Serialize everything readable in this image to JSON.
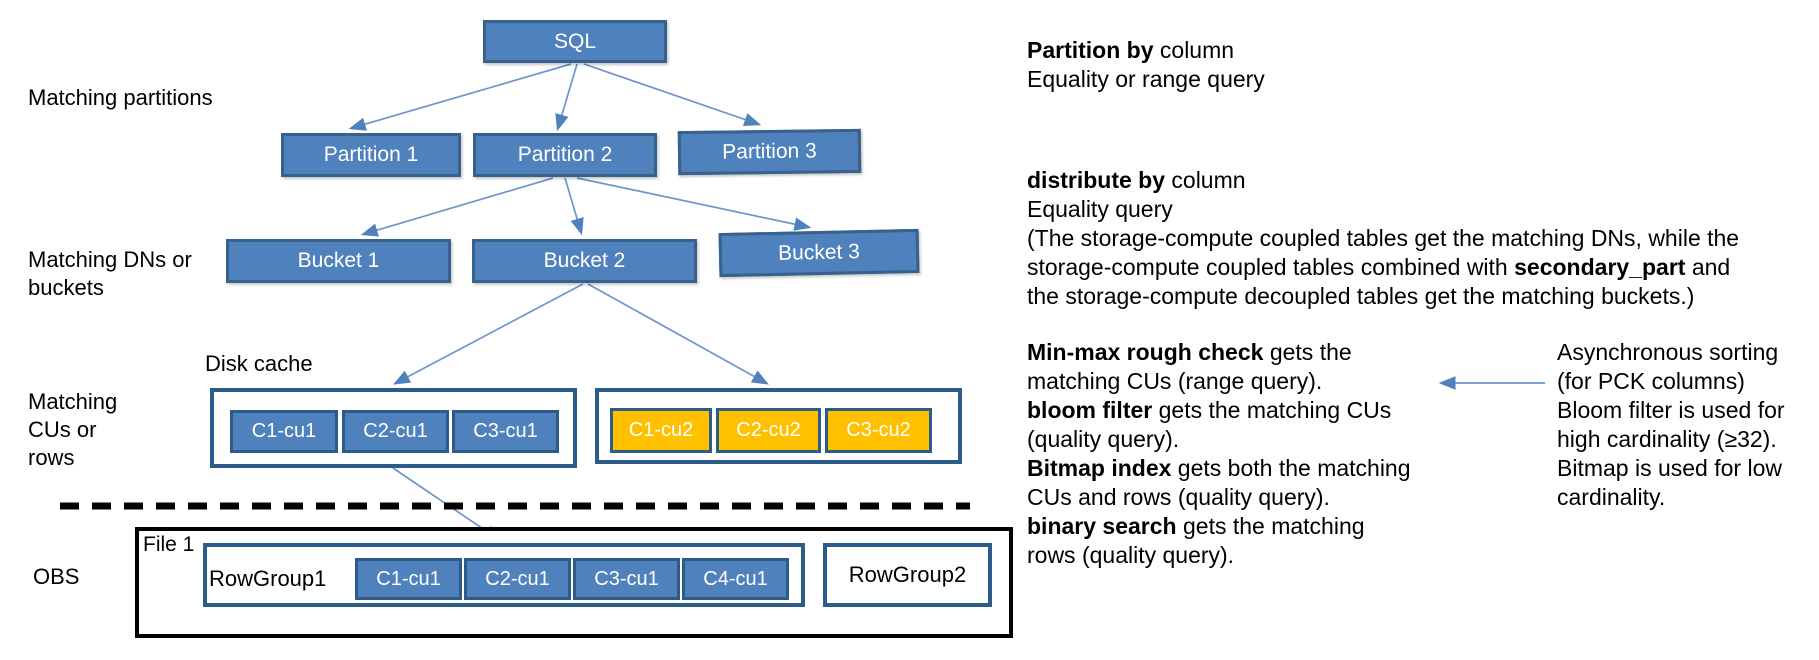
{
  "colors": {
    "box_fill": "#4f81bd",
    "box_border": "#38618c",
    "container_border": "#2e5c8a",
    "orange_fill": "#ffc000",
    "arrow": "#6d95cc",
    "arrowhead": "#4f81bd",
    "divider": "#000000"
  },
  "labels": {
    "matching_partitions": "Matching partitions",
    "matching_dns": [
      [
        {
          "t": "Matching DNs or"
        }
      ],
      [
        {
          "t": "buckets"
        }
      ]
    ],
    "disk_cache": "Disk cache",
    "matching_cus": [
      [
        {
          "t": "Matching"
        }
      ],
      [
        {
          "t": "CUs or"
        }
      ],
      [
        {
          "t": "rows"
        }
      ]
    ],
    "obs": "OBS"
  },
  "nodes": {
    "sql": "SQL",
    "partitions": [
      "Partition 1",
      "Partition 2",
      "Partition 3"
    ],
    "buckets": [
      "Bucket 1",
      "Bucket 2",
      "Bucket 3"
    ],
    "disk_cache_cells": [
      [
        "C1-cu1",
        "C2-cu1",
        "C3-cu1"
      ],
      [
        "C1-cu2",
        "C2-cu2",
        "C3-cu2"
      ]
    ],
    "file": "File 1",
    "rowgroup1": "RowGroup1",
    "rowgroup1_cells": [
      "C1-cu1",
      "C2-cu1",
      "C3-cu1",
      "C4-cu1"
    ],
    "rowgroup2": "RowGroup2"
  },
  "annotations": {
    "partition_by": [
      [
        {
          "t": "Partition by",
          "b": true
        },
        {
          "t": " column"
        }
      ],
      [
        {
          "t": "Equality or range query"
        }
      ]
    ],
    "distribute_by": [
      [
        {
          "t": "distribute by",
          "b": true
        },
        {
          "t": " column"
        }
      ],
      [
        {
          "t": "Equality query"
        }
      ],
      [
        {
          "t": "(The storage-compute coupled tables get the matching DNs, while the"
        }
      ],
      [
        {
          "t": "storage-compute coupled tables combined with "
        },
        {
          "t": "secondary_part",
          "b": true
        },
        {
          "t": " and"
        }
      ],
      [
        {
          "t": "the storage-compute decoupled tables get the matching buckets.)"
        }
      ]
    ],
    "cu_checks": [
      [
        {
          "t": "Min-max rough check",
          "b": true
        },
        {
          "t": " gets the"
        }
      ],
      [
        {
          "t": "matching CUs (range query)."
        }
      ],
      [
        {
          "t": "bloom filter",
          "b": true
        },
        {
          "t": " gets the matching CUs"
        }
      ],
      [
        {
          "t": "(quality query)."
        }
      ],
      [
        {
          "t": "Bitmap index",
          "b": true
        },
        {
          "t": " gets both the matching"
        }
      ],
      [
        {
          "t": "CUs and rows (quality query)."
        }
      ],
      [
        {
          "t": "binary search",
          "b": true
        },
        {
          "t": " gets the matching"
        }
      ],
      [
        {
          "t": "rows (quality query)."
        }
      ]
    ],
    "async_note": [
      [
        {
          "t": "Asynchronous sorting"
        }
      ],
      [
        {
          "t": "(for PCK columns)"
        }
      ],
      [
        {
          "t": "Bloom filter is used for"
        }
      ],
      [
        {
          "t": "high cardinality (≥32)."
        }
      ],
      [
        {
          "t": "Bitmap is used for low"
        }
      ],
      [
        {
          "t": "cardinality."
        }
      ]
    ]
  }
}
